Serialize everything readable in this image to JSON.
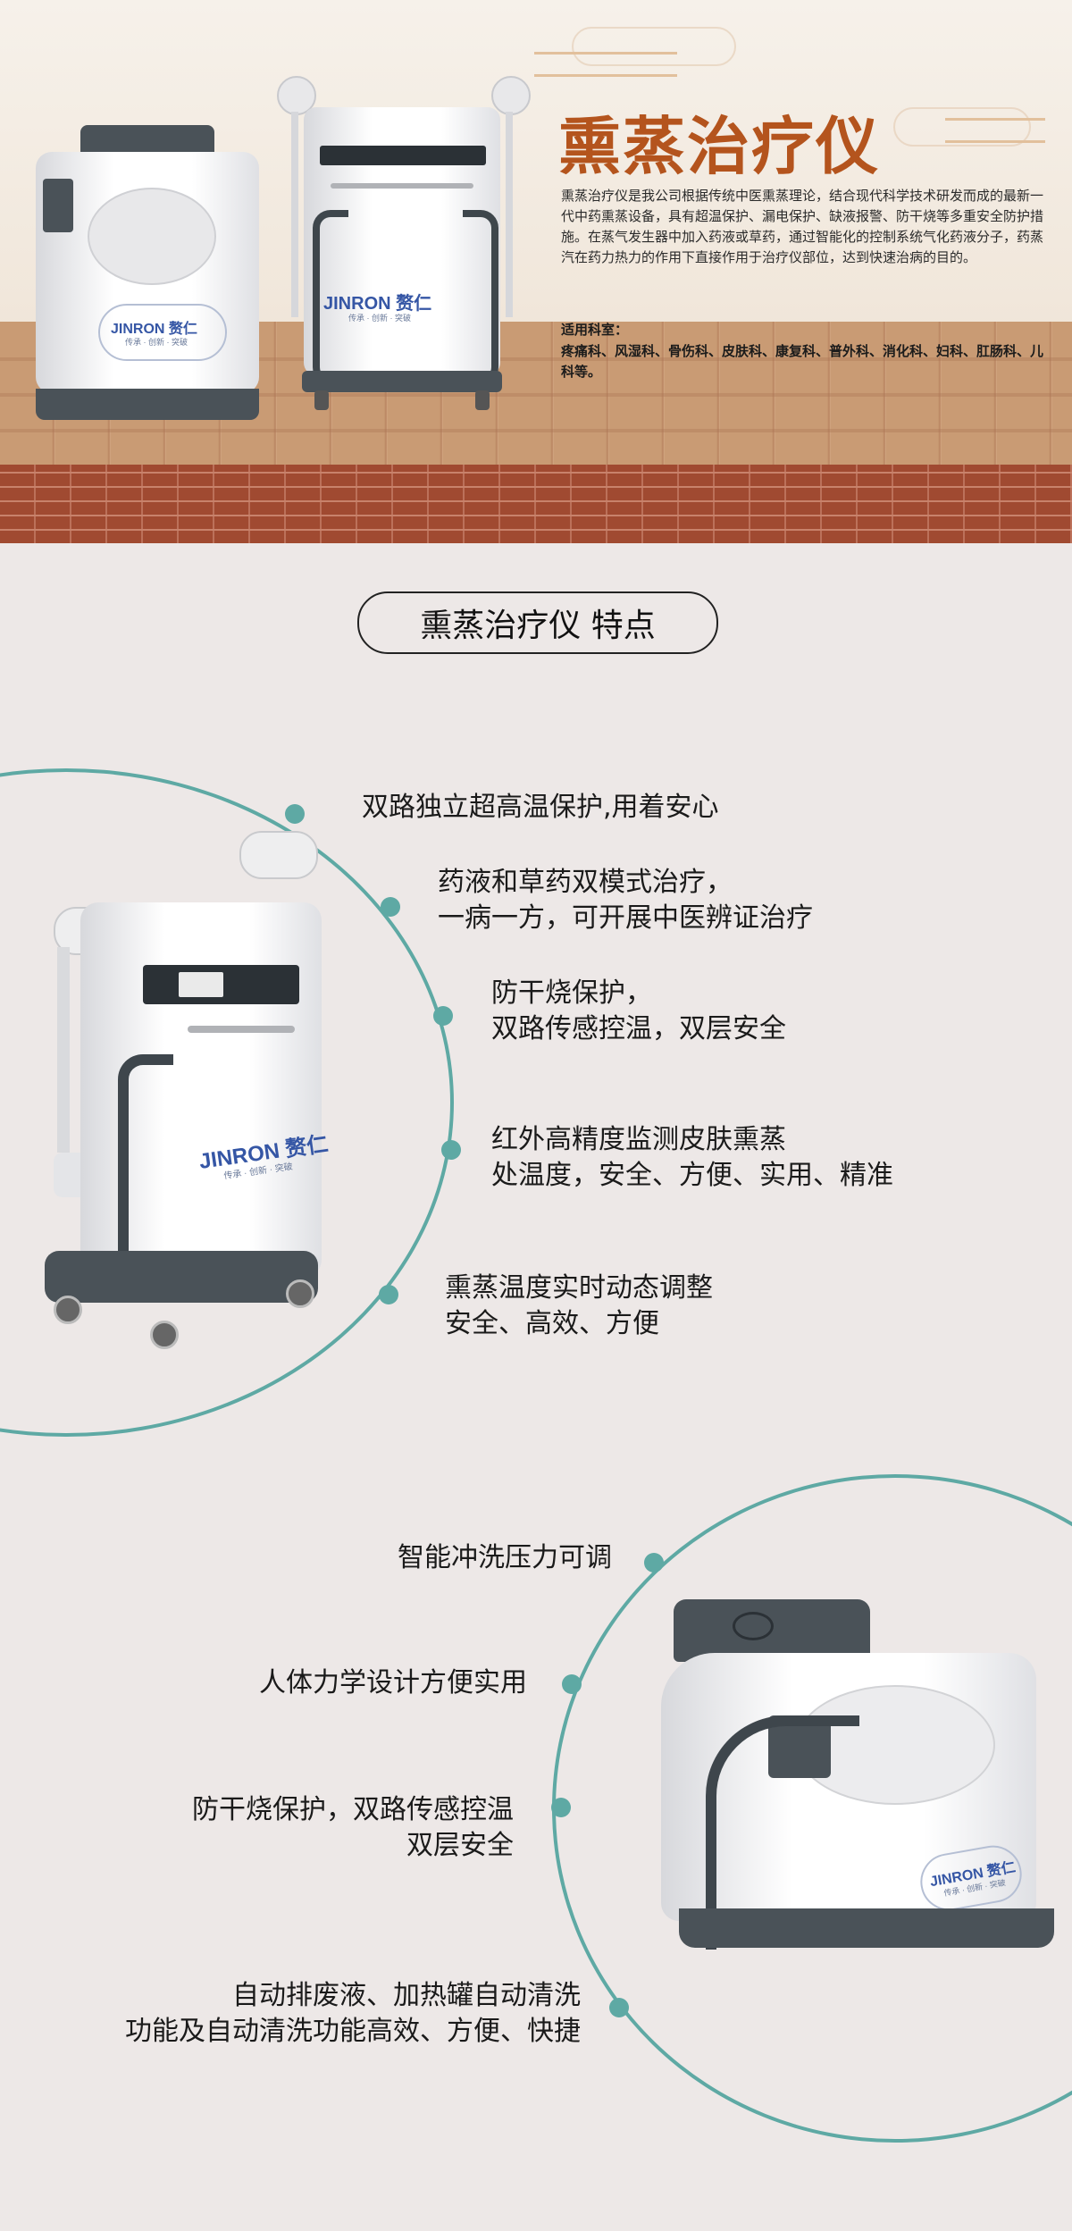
{
  "hero": {
    "title": "熏蒸治疗仪",
    "description": "熏蒸治疗仪是我公司根据传统中医熏蒸理论，结合现代科学技术研发而成的最新一代中药熏蒸设备，具有超温保护、漏电保护、缺液报警、防干烧等多重安全防护措施。在蒸气发生器中加入药液或草药，通过智能化的控制系统气化药液分子，药蒸汽在药力热力的作用下直接作用于治疗仪部位，达到快速治病的目的。",
    "departments_label": "适用科室：",
    "departments": "疼痛科、风湿科、骨伤科、皮肤科、康复科、普外科、消化科、妇科、肛肠科、儿科等。"
  },
  "brand": {
    "name": "JINRON 赘仁",
    "tagline": "传承 · 创新 · 突破",
    "accent": "#3556a5"
  },
  "section": {
    "title": "熏蒸治疗仪 特点"
  },
  "features_a": [
    {
      "lines": [
        "双路独立超高温保护,用着安心"
      ]
    },
    {
      "lines": [
        "药液和草药双模式治疗，",
        "一病一方，可开展中医辨证治疗"
      ]
    },
    {
      "lines": [
        "防干烧保护，",
        "双路传感控温，双层安全"
      ]
    },
    {
      "lines": [
        "红外高精度监测皮肤熏蒸",
        "处温度，安全、方便、实用、精准"
      ]
    },
    {
      "lines": [
        "熏蒸温度实时动态调整",
        "安全、高效、方便"
      ]
    }
  ],
  "features_b": [
    {
      "lines": [
        "智能冲洗压力可调"
      ]
    },
    {
      "lines": [
        "人体力学设计方便实用"
      ]
    },
    {
      "lines": [
        "防干烧保护，双路传感控温",
        "双层安全"
      ]
    },
    {
      "lines": [
        "自动排废液、加热罐自动清洗",
        "功能及自动清洗功能高效、方便、快捷"
      ]
    }
  ],
  "colors": {
    "title": "#b4541d",
    "accent_teal": "#5ea9a4",
    "background": "#ede8e7"
  }
}
